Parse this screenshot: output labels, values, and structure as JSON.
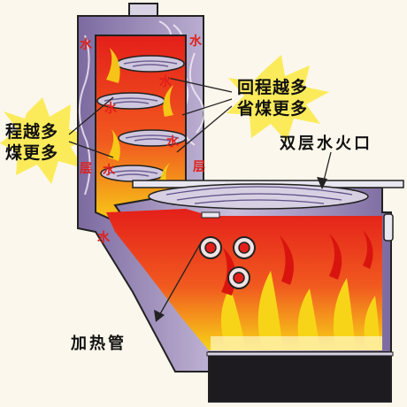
{
  "labels": {
    "right_callout": [
      "回程越多",
      "省煤更多"
    ],
    "left_callout": [
      "程越多",
      "煤更多"
    ],
    "outlet": "双层水火口",
    "heating_pipe": "加热管",
    "water_marks": [
      "水",
      "水",
      "水",
      "水",
      "水",
      "水",
      "水"
    ],
    "layer_marks": [
      "层",
      "层"
    ]
  },
  "colors": {
    "flame_red": "#e41f1a",
    "flame_yellow": "#f7d417",
    "wall_purple": "#9a86b6",
    "background": "#fbf7ec",
    "outline": "#222222",
    "starburst": "#fbe94a"
  }
}
